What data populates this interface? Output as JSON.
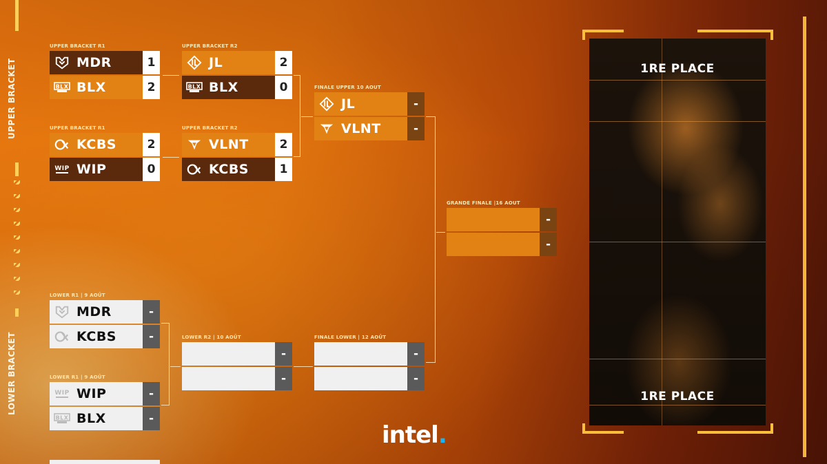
{
  "side_labels": {
    "upper": "UPPER BRACKET",
    "lower": "LOWER BRACKET"
  },
  "upper_r1_a": {
    "label": "UPPER BRACKET R1",
    "team1": {
      "name": "MDR",
      "score": "1"
    },
    "team2": {
      "name": "BLX",
      "score": "2"
    }
  },
  "upper_r1_b": {
    "label": "UPPER BRACKET R1",
    "team1": {
      "name": "KCBS",
      "score": "2"
    },
    "team2": {
      "name": "WIP",
      "score": "0"
    }
  },
  "upper_r2_a": {
    "label": "UPPER BRACKET R2",
    "team1": {
      "name": "JL",
      "score": "2"
    },
    "team2": {
      "name": "BLX",
      "score": "0"
    }
  },
  "upper_r2_b": {
    "label": "UPPER BRACKET R2",
    "team1": {
      "name": "VLNT",
      "score": "2"
    },
    "team2": {
      "name": "KCBS",
      "score": "1"
    }
  },
  "upper_final": {
    "label": "FINALE UPPER 10 AOUT",
    "team1": {
      "name": "JL",
      "score": "-"
    },
    "team2": {
      "name": "VLNT",
      "score": "-"
    }
  },
  "grand_final": {
    "label": "GRANDE FINALE |16 AOUT",
    "team1": {
      "name": "",
      "score": "-"
    },
    "team2": {
      "name": "",
      "score": "-"
    }
  },
  "lower_r1_a": {
    "label": "LOWER R1 | 9 AOÛT",
    "team1": {
      "name": "MDR",
      "score": "-"
    },
    "team2": {
      "name": "KCBS",
      "score": "-"
    }
  },
  "lower_r1_b": {
    "label": "LOWER R1 | 9 AOÛT",
    "team1": {
      "name": "WIP",
      "score": "-"
    },
    "team2": {
      "name": "BLX",
      "score": "-"
    }
  },
  "lower_r2": {
    "label": "LOWER R2 | 10 AOÛT",
    "team1": {
      "name": "",
      "score": "-"
    },
    "team2": {
      "name": "",
      "score": "-"
    }
  },
  "lower_final": {
    "label": "FINALE LOWER | 12 AOÛT",
    "team1": {
      "name": "",
      "score": "-"
    },
    "team2": {
      "name": "",
      "score": "-"
    }
  },
  "podium": {
    "top_label": "1RE PLACE",
    "bottom_label": "1RE PLACE"
  },
  "sponsor": {
    "name": "intel",
    "dot": "."
  },
  "colors": {
    "accent_orange": "#e38214",
    "dark_brown": "#5b2a0c",
    "gold": "#ffcf5a",
    "intel_blue": "#1bb3f0"
  }
}
